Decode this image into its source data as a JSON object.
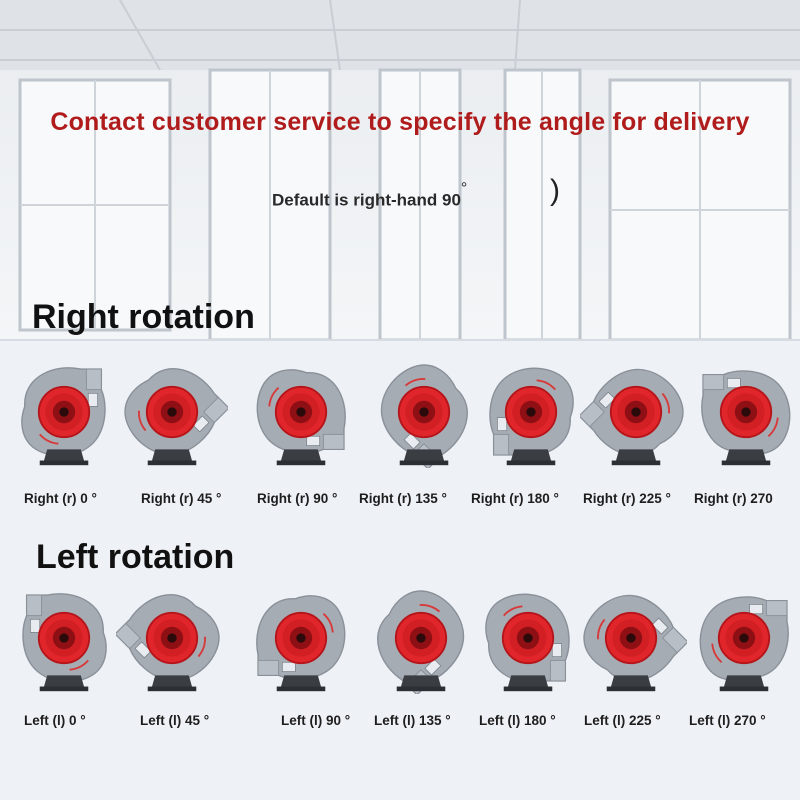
{
  "headline": "Contact customer service to specify the angle for delivery",
  "default_note": "Default is right-hand 90",
  "default_degree": "°",
  "default_paren": ")",
  "right": {
    "title": "Right rotation",
    "labels": [
      "Right (r) 0 °",
      "Right (r) 45 °",
      "Right (r) 90 °",
      "Right (r) 135 °",
      "Right (r) 180 °",
      "Right (r) 225 °",
      "Right (r) 270"
    ]
  },
  "left": {
    "title": "Left rotation",
    "labels": [
      "Left (l) 0 °",
      "Left (l) 45 °",
      "Left (l) 90 °",
      "Left (l) 135 °",
      "Left (l) 180 °",
      "Left (l) 225 °",
      "Left (l) 270 °"
    ]
  },
  "colors": {
    "headline": "#b01c1c",
    "fan_red": "#e0262a",
    "fan_gray": "#a6acb4"
  },
  "icons": [
    "centrifugal-fan-icon"
  ]
}
